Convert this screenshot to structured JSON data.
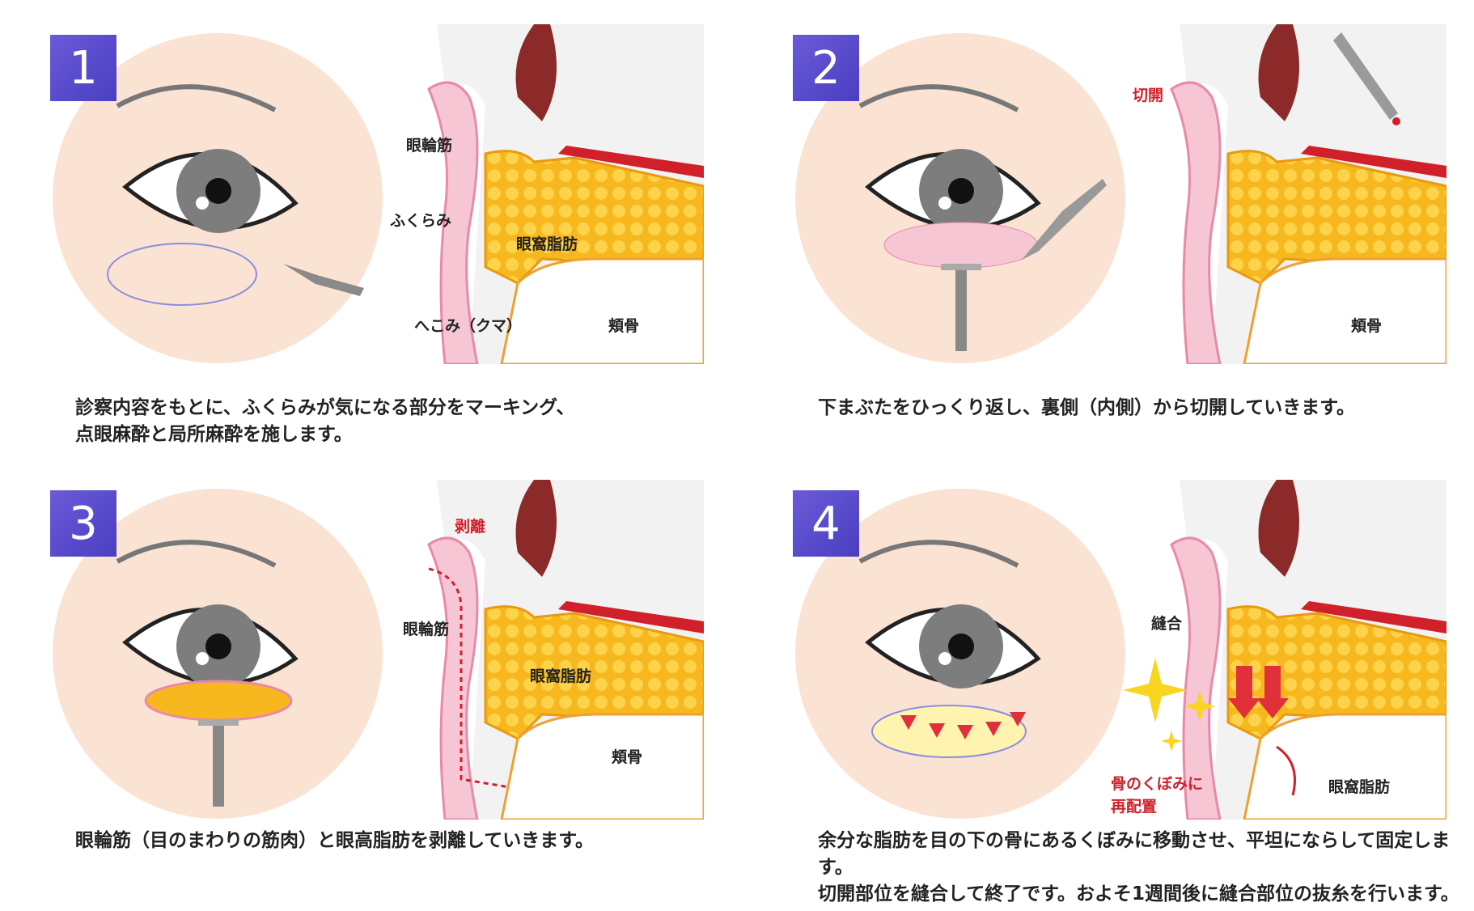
{
  "steps": [
    {
      "number": "1",
      "caption": "診察内容をもとに、ふくらみが気になる部分をマーキング、\n点眼麻酔と局所麻酔を施します。",
      "labels": {
        "orbicularis": "眼輪筋",
        "bulge": "ふくらみ",
        "orbital_fat": "眼窩脂肪",
        "hollow": "へこみ（クマ）",
        "cheekbone": "頬骨"
      }
    },
    {
      "number": "2",
      "caption": "下まぶたをひっくり返し、裏側（内側）から切開していきます。",
      "labels": {
        "incision": "切開",
        "cheekbone": "頬骨"
      }
    },
    {
      "number": "3",
      "caption": "眼輪筋（目のまわりの筋肉）と眼高脂肪を剥離していきます。",
      "labels": {
        "detach": "剥離",
        "orbicularis": "眼輪筋",
        "orbital_fat": "眼窩脂肪",
        "cheekbone": "頬骨"
      }
    },
    {
      "number": "4",
      "caption": "余分な脂肪を目の下の骨にあるくぼみに移動させ、平坦にならして固定します。\n切開部位を縫合して終了です。およそ1週間後に縫合部位の抜糸を行います。",
      "labels": {
        "suture": "縫合",
        "relocate": "骨のくぼみに\n再配置",
        "orbital_fat": "眼窩脂肪"
      }
    }
  ],
  "colors": {
    "skin": "#fbe3d3",
    "fat": "#f7b81f",
    "accent": "#d0202a",
    "badge": "#5a4bcc"
  }
}
